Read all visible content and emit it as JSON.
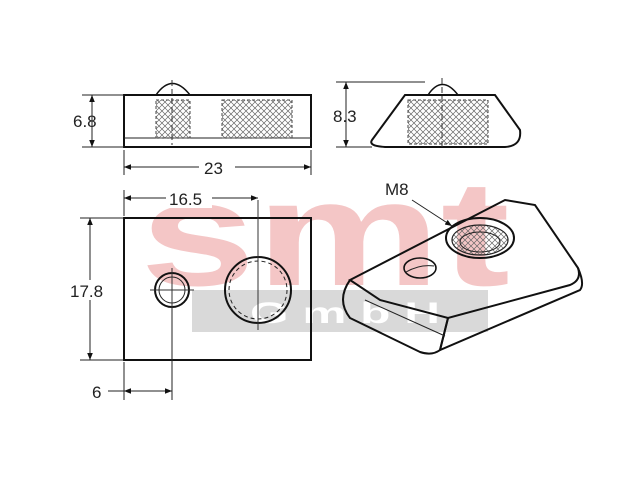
{
  "watermark": {
    "logo_text": "smt",
    "sub_text": "G m b H",
    "logo_color": "#f4c6c6",
    "band_color": "#d9d9d9"
  },
  "dimensions": {
    "side_height": "6.8",
    "side_length": "23",
    "end_height": "8.3",
    "hole_offset": "16.5",
    "plate_height": "17.8",
    "pin_offset": "6",
    "thread_label": "M8"
  },
  "colors": {
    "ink": "#111111",
    "hatch": "#555555"
  }
}
